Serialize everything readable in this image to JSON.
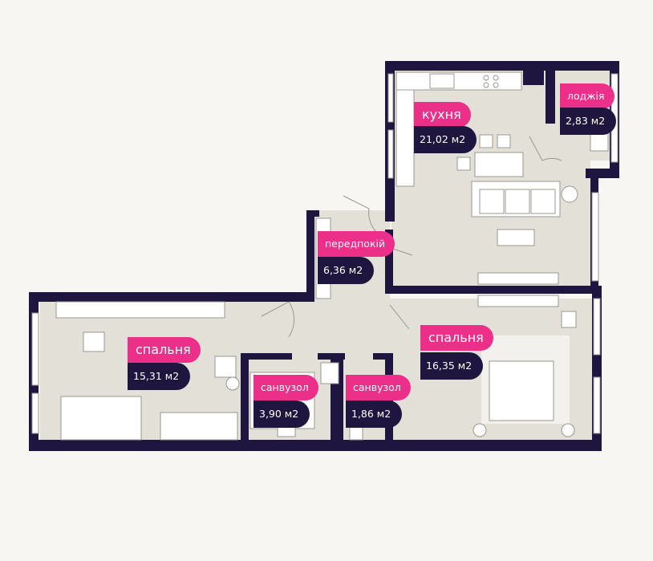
{
  "plan": {
    "colors": {
      "wall": "#1f1640",
      "floor": "#e3e0d8",
      "accent": "#ec2f89",
      "line": "#9a978f",
      "bg": "#f7f6f3"
    },
    "rooms": [
      {
        "id": "kitchen",
        "name": "кухня",
        "area": "21,02 м2"
      },
      {
        "id": "loggia",
        "name": "лоджія",
        "area": "2,83 м2"
      },
      {
        "id": "hallway",
        "name": "передпокій",
        "area": "6,36 м2"
      },
      {
        "id": "bedroom1",
        "name": "спальня",
        "area": "15,31 м2"
      },
      {
        "id": "bathroom1",
        "name": "санвузол",
        "area": "3,90 м2"
      },
      {
        "id": "bathroom2",
        "name": "санвузол",
        "area": "1,86 м2"
      },
      {
        "id": "bedroom2",
        "name": "спальня",
        "area": "16,35 м2"
      }
    ]
  }
}
